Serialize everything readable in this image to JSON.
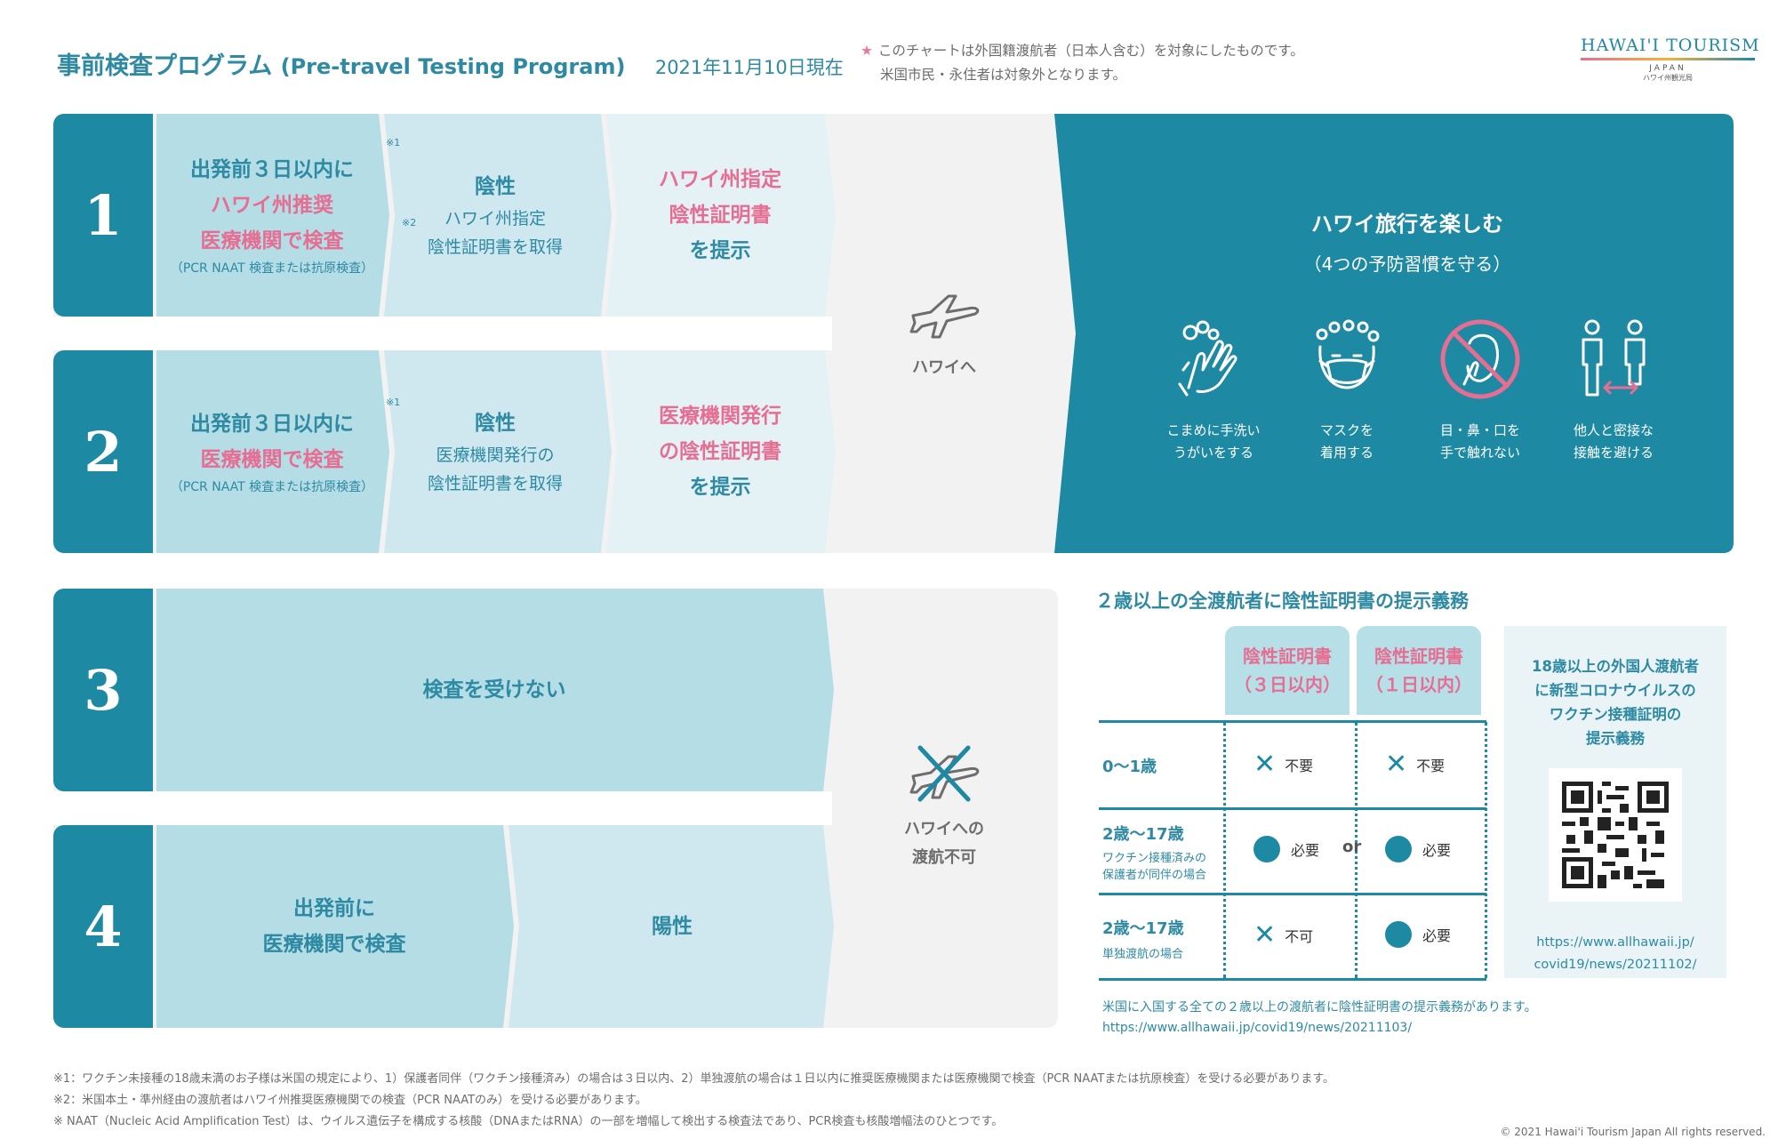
{
  "header": {
    "title_ja": "事前検査プログラム",
    "title_en": "(Pre-travel Testing Program)",
    "date": "2021年11月10日現在",
    "note_line1": "このチャートは外国籍渡航者（日本人含む）を対象にしたものです。",
    "note_line2": "米国市民・永住者は対象外となります。",
    "logo_main": "HAWAI'I TOURISM",
    "logo_sub": "JAPAN",
    "logo_jp": "ハワイ州観光局"
  },
  "rows": [
    {
      "num": "1",
      "s1": {
        "pre": "出発前３日以内に",
        "hl1": "ハワイ州推奨",
        "hl2": "医療機関で検査",
        "note": "（PCR NAAT 検査または抗原検査）",
        "sup1": "※1",
        "sup2": "※2"
      },
      "s2": {
        "head": "陰性",
        "l1": "ハワイ州指定",
        "l2": "陰性証明書を取得"
      },
      "s3": {
        "l1": "ハワイ州指定",
        "l2": "陰性証明書",
        "l3": "を提示"
      }
    },
    {
      "num": "2",
      "s1": {
        "pre": "出発前３日以内に",
        "hl1": "医療機関で検査",
        "note": "（PCR NAAT 検査または抗原検査）",
        "sup1": "※1"
      },
      "s2": {
        "head": "陰性",
        "l1": "医療機関発行の",
        "l2": "陰性証明書を取得"
      },
      "s3": {
        "l1": "医療機関発行",
        "l2": "の陰性証明書",
        "l3": "を提示"
      }
    },
    {
      "num": "3",
      "text": "検査を受けない"
    },
    {
      "num": "4",
      "s1a": "出発前に",
      "s1b": "医療機関で検査",
      "s2": "陽性"
    }
  ],
  "to_hawaii": "ハワイへ",
  "no_travel": {
    "l1": "ハワイへの",
    "l2": "渡航不可"
  },
  "enjoy": {
    "title": "ハワイ旅行を楽しむ",
    "subtitle": "（4つの予防習慣を守る）",
    "habits": [
      {
        "icon": "handwash-icon",
        "l1": "こまめに手洗い",
        "l2": "うがいをする"
      },
      {
        "icon": "mask-icon",
        "l1": "マスクを",
        "l2": "着用する"
      },
      {
        "icon": "no-touch-face-icon",
        "l1": "目・鼻・口を",
        "l2": "手で触れない"
      },
      {
        "icon": "distance-icon",
        "l1": "他人と密接な",
        "l2": "接触を避ける"
      }
    ]
  },
  "requirements": {
    "title": "２歳以上の全渡航者に陰性証明書の提示義務",
    "col1": {
      "l1": "陰性証明書",
      "l2": "（３日以内）"
    },
    "col2": {
      "l1": "陰性証明書",
      "l2": "（１日以内）"
    },
    "rows": [
      {
        "age": "0〜1歳",
        "sub1": "",
        "sub2": "",
        "c1": "不要",
        "c2": "不要"
      },
      {
        "age": "2歳〜17歳",
        "sub1": "ワクチン接種済みの",
        "sub2": "保護者が同伴の場合",
        "c1": "必要",
        "c2": "必要"
      },
      {
        "age": "2歳〜17歳",
        "sub1": "単独渡航の場合",
        "sub2": "",
        "c1": "不可",
        "c2": "必要"
      }
    ],
    "or": "or",
    "note1": "米国に入国する全ての２歳以上の渡航者に陰性証明書の提示義務があります。",
    "note2": "https://www.allhawaii.jp/covid19/news/20211103/"
  },
  "vaccine": {
    "l1": "18歳以上の外国人渡航者",
    "l2": "に新型コロナウイルスの",
    "l3": "ワクチン接種証明の",
    "l4": "提示義務",
    "url1": "https://www.allhawaii.jp/",
    "url2": "covid19/news/20211102/"
  },
  "footnotes": [
    "※1：ワクチン未接種の18歳未満のお子様は米国の規定により、1）保護者同伴（ワクチン接種済み）の場合は３日以内、2）単独渡航の場合は１日以内に推奨医療機関または医療機関で検査（PCR NAATまたは抗原検査）を受ける必要があります。",
    "※2：米国本土・準州経由の渡航者はハワイ州推奨医療機関での検査（PCR NAATのみ）を受ける必要があります。",
    "※ NAAT（Nucleic Acid Amplification Test）は、ウイルス遺伝子を構成する核酸（DNAまたはRNA）の一部を増幅して検出する検査法であり、PCR検査も核酸増幅法のひとつです。"
  ],
  "copyright": "© 2021 Hawai'i Tourism Japan All rights reserved.",
  "colors": {
    "teal": "#1d89a3",
    "pink": "#e66e92",
    "light1": "#b4dde6",
    "light2": "#cfe8ef",
    "light3": "#e4f2f6"
  }
}
